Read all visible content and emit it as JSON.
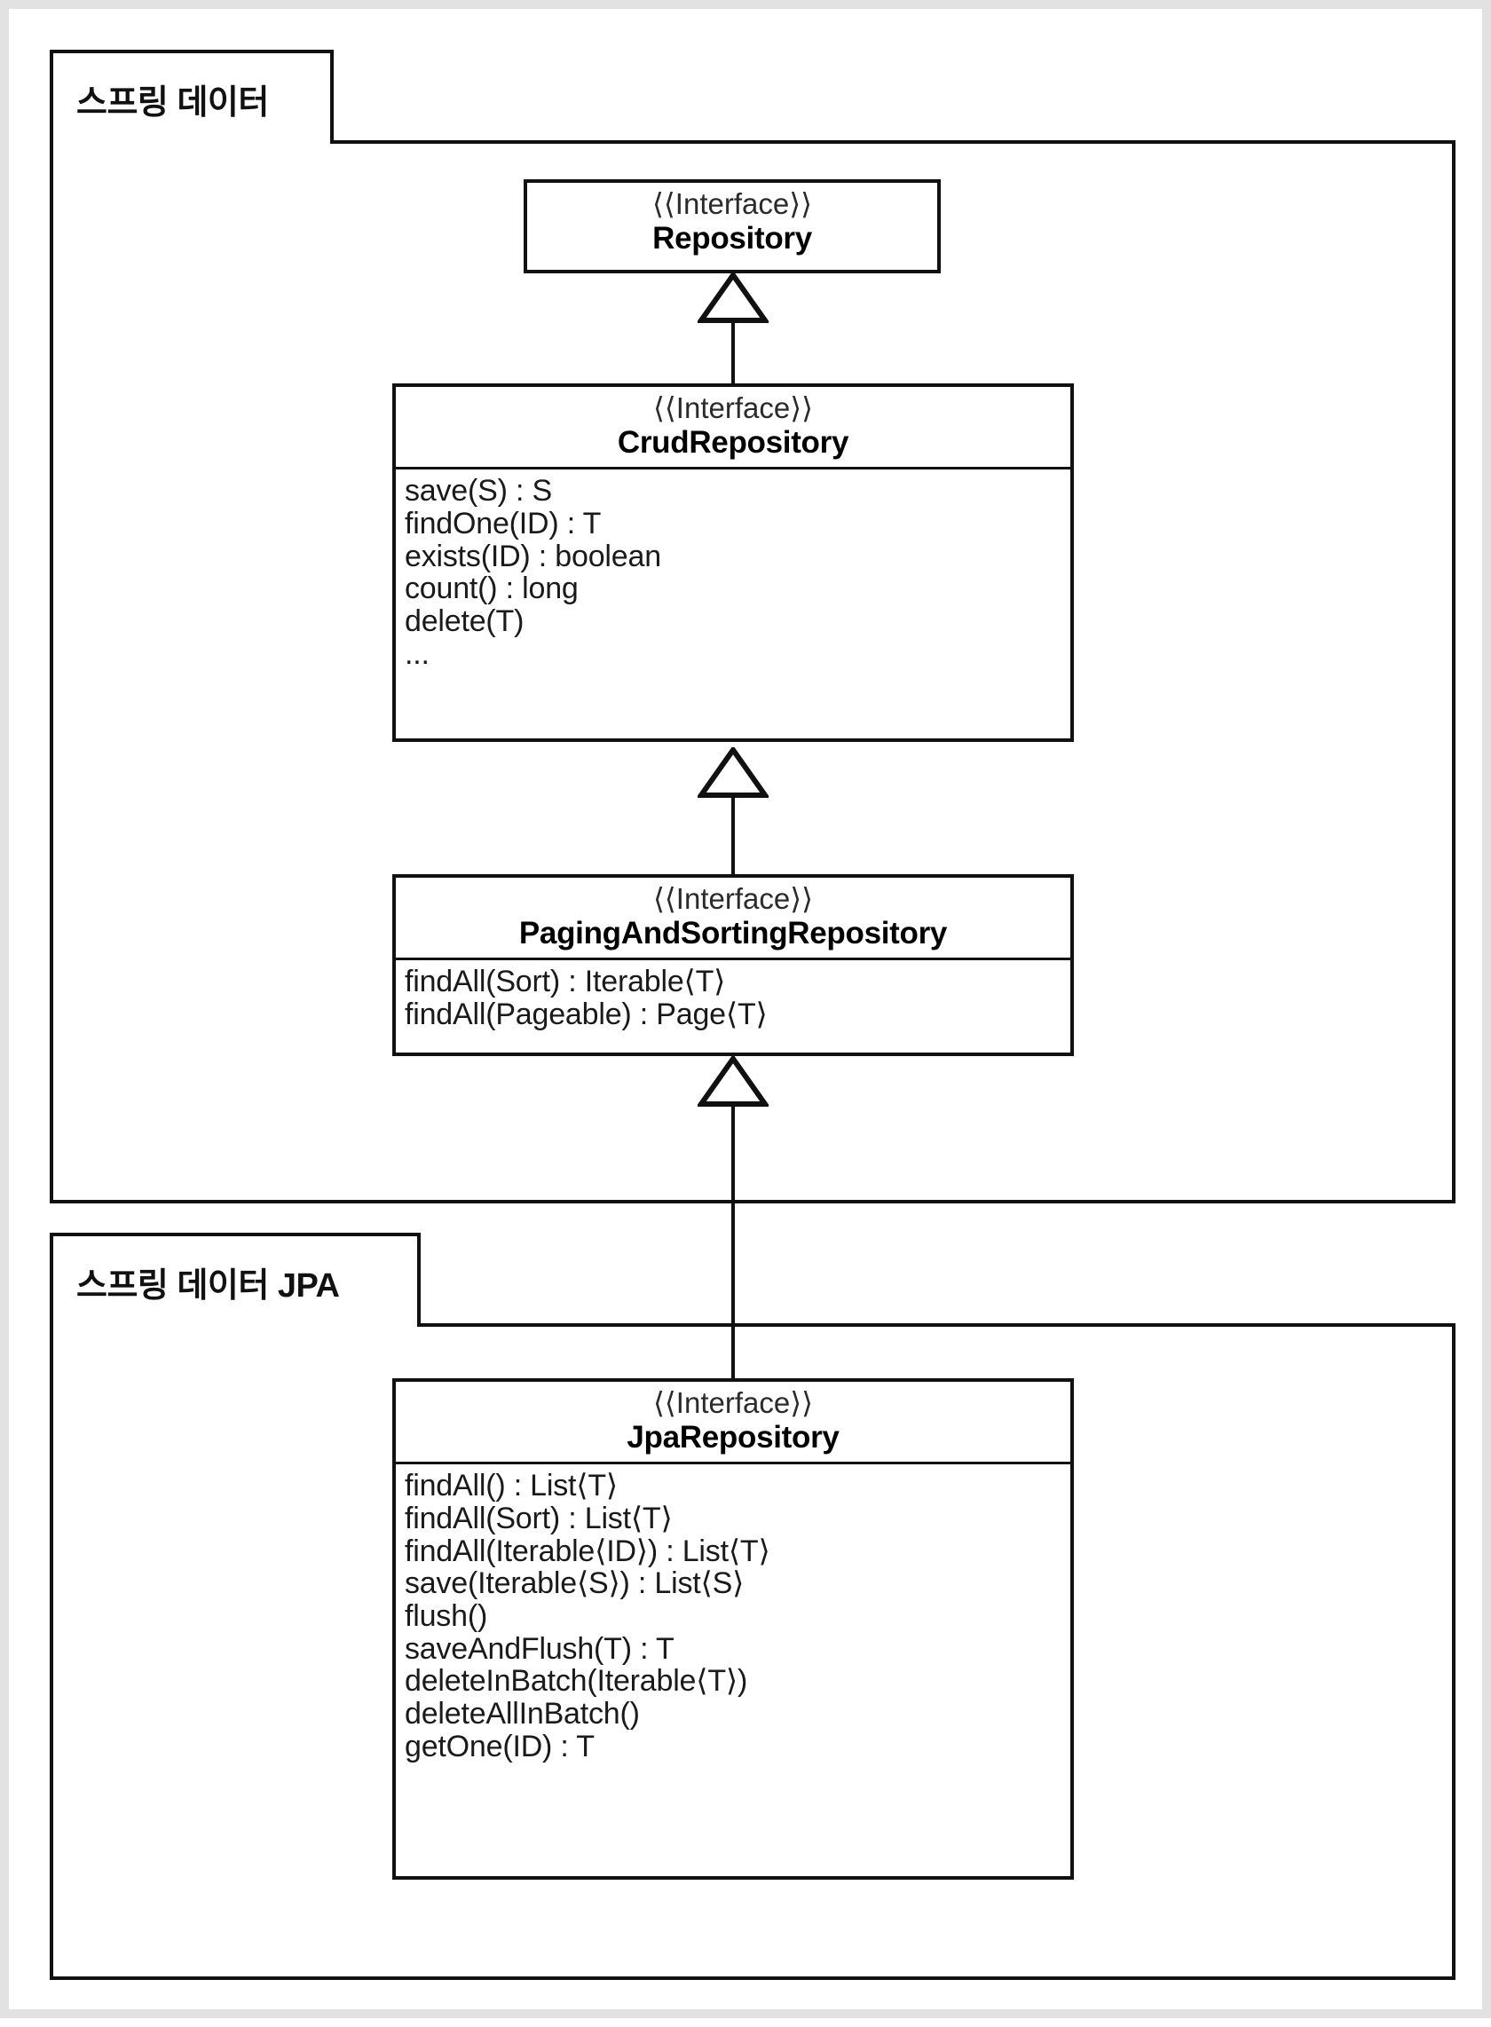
{
  "diagram": {
    "type": "uml-class-diagram",
    "title_absent": true,
    "packages": [
      {
        "name": "spring-data",
        "label": "스프링 데이터",
        "classes": [
          "Repository",
          "CrudRepository",
          "PagingAndSortingRepository"
        ]
      },
      {
        "name": "spring-data-jpa",
        "label": "스프링 데이터 JPA",
        "classes": [
          "JpaRepository"
        ]
      }
    ],
    "classes": [
      {
        "id": "repository",
        "stereotype": "⟨⟨Interface⟩⟩",
        "name": "Repository",
        "members": []
      },
      {
        "id": "crud-repository",
        "stereotype": "⟨⟨Interface⟩⟩",
        "name": "CrudRepository",
        "members": [
          "save(S) : S",
          "findOne(ID) : T",
          "exists(ID) : boolean",
          "count() : long",
          "delete(T)",
          "..."
        ]
      },
      {
        "id": "paging-and-sorting-repository",
        "stereotype": "⟨⟨Interface⟩⟩",
        "name": "PagingAndSortingRepository",
        "members": [
          "findAll(Sort) : Iterable⟨T⟩",
          "findAll(Pageable) : Page⟨T⟩"
        ]
      },
      {
        "id": "jpa-repository",
        "stereotype": "⟨⟨Interface⟩⟩",
        "name": "JpaRepository",
        "members": [
          "findAll() : List⟨T⟩",
          "findAll(Sort) : List⟨T⟩",
          "findAll(Iterable⟨ID⟩) : List⟨T⟩",
          "save(Iterable⟨S⟩) : List⟨S⟩",
          "flush()",
          "saveAndFlush(T) : T",
          "deleteInBatch(Iterable⟨T⟩)",
          "deleteAllInBatch()",
          "getOne(ID) : T"
        ]
      }
    ],
    "relationships": [
      {
        "from": "CrudRepository",
        "to": "Repository",
        "kind": "generalization"
      },
      {
        "from": "PagingAndSortingRepository",
        "to": "CrudRepository",
        "kind": "generalization"
      },
      {
        "from": "JpaRepository",
        "to": "PagingAndSortingRepository",
        "kind": "generalization"
      }
    ],
    "colors": {
      "line": "#111111",
      "background": "#ffffff",
      "page_border": "#e2e2e2",
      "text": "#000000"
    }
  }
}
